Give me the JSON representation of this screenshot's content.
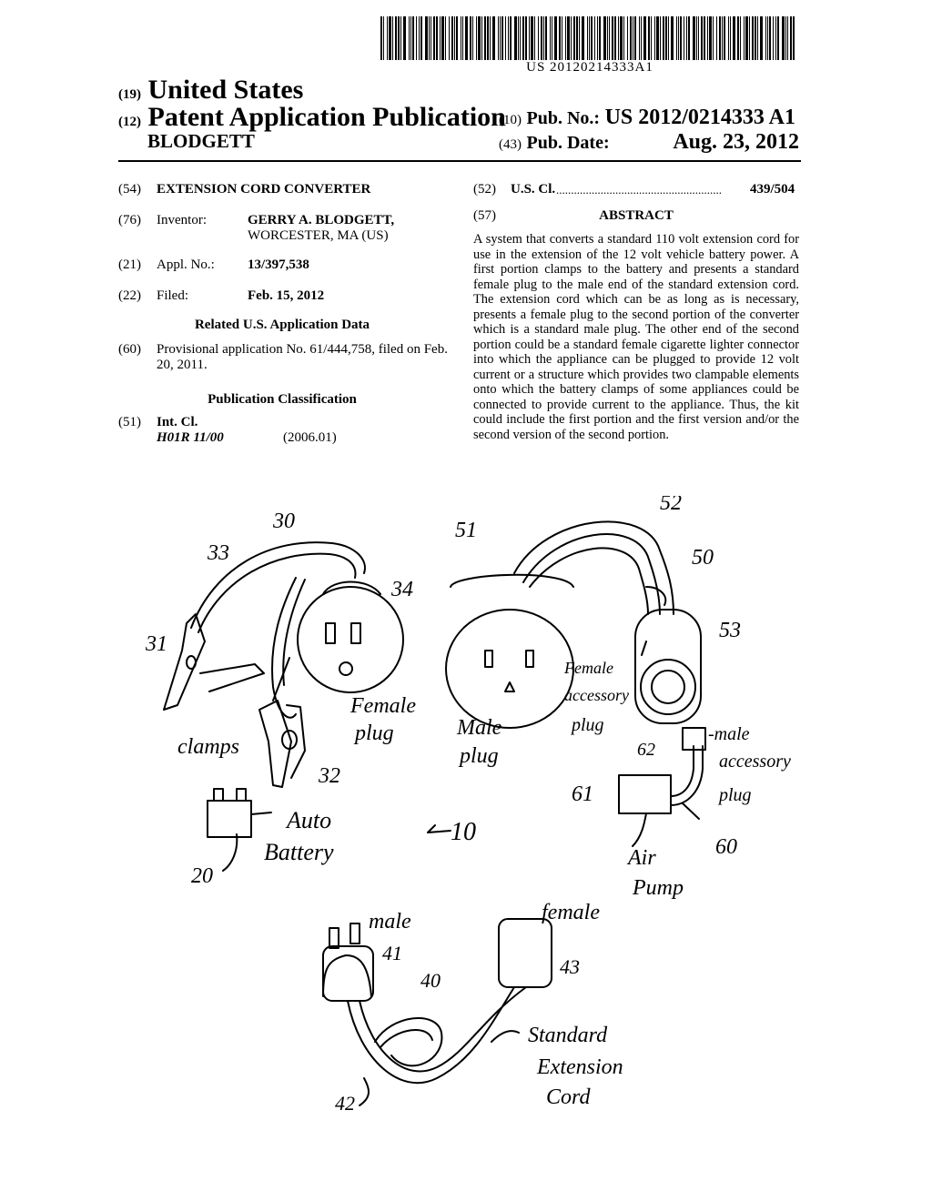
{
  "barcode_text": "US 20120214333A1",
  "header": {
    "code19": "(19)",
    "country": "United States",
    "code12": "(12)",
    "pub_type": "Patent Application Publication",
    "inventor_surname": "BLODGETT",
    "code10": "(10)",
    "pub_no_label": "Pub. No.:",
    "pub_no": "US 2012/0214333 A1",
    "code43": "(43)",
    "pub_date_label": "Pub. Date:",
    "pub_date": "Aug. 23, 2012"
  },
  "left": {
    "f54_code": "(54)",
    "title": "EXTENSION CORD CONVERTER",
    "f76_code": "(76)",
    "inventor_label": "Inventor:",
    "inventor_name": "GERRY A. BLODGETT,",
    "inventor_location": "WORCESTER, MA (US)",
    "f21_code": "(21)",
    "appl_label": "Appl. No.:",
    "appl_no": "13/397,538",
    "f22_code": "(22)",
    "filed_label": "Filed:",
    "filed_date": "Feb. 15, 2012",
    "related_heading": "Related U.S. Application Data",
    "f60_code": "(60)",
    "provisional_line1": "Provisional application No. 61/444,758, filed on Feb.",
    "provisional_line2": "20, 2011.",
    "pubclass_heading": "Publication Classification",
    "f51_code": "(51)",
    "intcl_label": "Int. Cl.",
    "intcl_class": "H01R 11/00",
    "intcl_year": "(2006.01)"
  },
  "right": {
    "f52_code": "(52)",
    "uscl_label": "U.S. Cl.",
    "uscl_dots": "........................................................",
    "uscl_value": "439/504",
    "f57_code": "(57)",
    "abstract_heading": "ABSTRACT",
    "abstract_text": "A system that converts a standard 110 volt extension cord for use in the extension of the 12 volt vehicle battery power. A first portion clamps to the battery and presents a standard female plug to the male end of the standard extension cord. The extension cord which can be as long as is necessary, presents a female plug to the second portion of the converter which is a standard male plug. The other end of the second portion could be a standard female cigarette lighter connector into which the appliance can be plugged to provide 12 volt current or a structure which provides two clampable elements onto which the battery clamps of some appliances could be connected to provide current to the appliance. Thus, the kit could include the first portion and the first version and/or the second version of the second portion."
  },
  "drawing": {
    "n30": "30",
    "n33": "33",
    "n34": "34",
    "n31": "31",
    "n32": "32",
    "clamps": "clamps",
    "female_plug_1": "Female",
    "female_plug_2": "plug",
    "n20": "20",
    "auto_battery_1": "Auto",
    "auto_battery_2": "Battery",
    "n51": "51",
    "n52": "52",
    "n50": "50",
    "n53": "53",
    "male_plug_1": "Male",
    "male_plug_2": "plug",
    "fem_acc_1": "Female",
    "fem_acc_2": "accessory",
    "fem_acc_3": "plug",
    "n62": "62",
    "n61": "61",
    "n60": "60",
    "male_acc_1": "-male",
    "male_acc_2": "accessory",
    "male_acc_3": "plug",
    "air_pump_1": "Air",
    "air_pump_2": "Pump",
    "n10": "10",
    "male_label": "male",
    "n41": "41",
    "n40": "40",
    "n42": "42",
    "female_label": "female",
    "n43": "43",
    "std_1": "Standard",
    "std_2": "Extension",
    "std_3": "Cord"
  }
}
